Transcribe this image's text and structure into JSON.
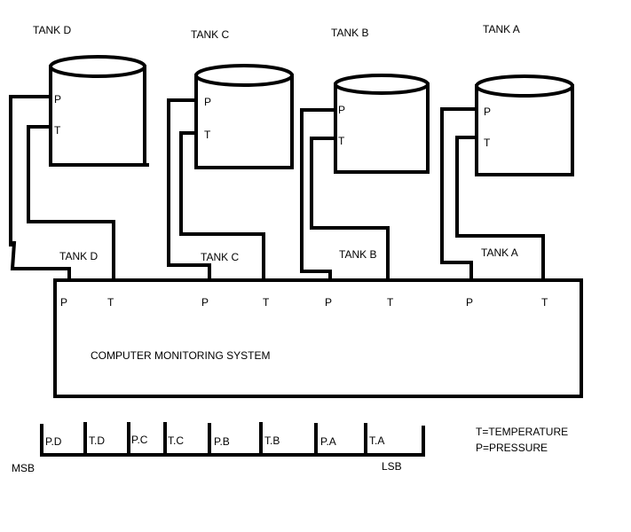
{
  "tanks": [
    {
      "title": "TANK D",
      "p_label": "P",
      "t_label": "T",
      "box_label": "TANK D"
    },
    {
      "title": "TANK C",
      "p_label": "P",
      "t_label": "T",
      "box_label": "TANK C"
    },
    {
      "title": "TANK B",
      "p_label": "P",
      "t_label": "T",
      "box_label": "TANK B"
    },
    {
      "title": "TANK A",
      "p_label": "P",
      "t_label": "T",
      "box_label": "TANK A"
    }
  ],
  "system": {
    "label": "COMPUTER MONITORING SYSTEM",
    "ports": [
      "P",
      "T",
      "P",
      "T",
      "P",
      "T",
      "P",
      "T"
    ]
  },
  "register": {
    "cells": [
      "P.D",
      "T.D",
      "P.C",
      "T.C",
      "P.B",
      "T.B",
      "P.A",
      "T.A"
    ],
    "msb": "MSB",
    "lsb": "LSB"
  },
  "legend": {
    "line1": "T=TEMPERATURE",
    "line2": "P=PRESSURE"
  }
}
